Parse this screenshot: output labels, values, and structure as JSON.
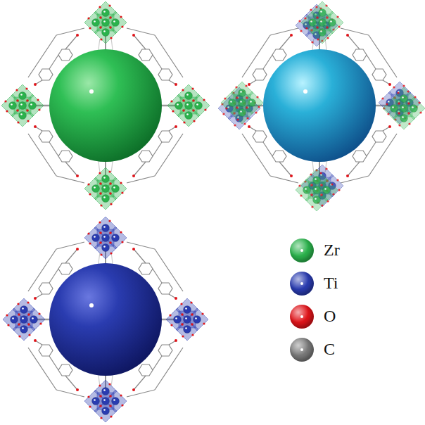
{
  "diagram": {
    "legend": [
      {
        "text": "Zr",
        "color": "#2bb24c"
      },
      {
        "text": "Ti",
        "color": "#2a3cb0"
      },
      {
        "text": "O",
        "color": "#e0141a"
      },
      {
        "text": "C",
        "color": "#7a7a7a"
      }
    ]
  }
}
